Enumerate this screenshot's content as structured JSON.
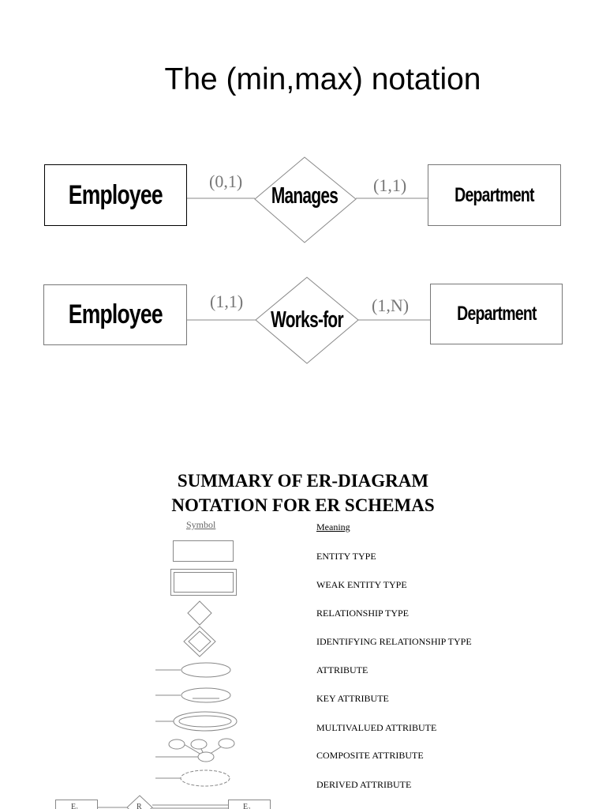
{
  "title": "The (min,max) notation",
  "diagram1": {
    "entity_left": "Employee",
    "relationship": "Manages",
    "entity_right": "Department",
    "card_left": "(0,1)",
    "card_right": "(1,1)"
  },
  "diagram2": {
    "entity_left": "Employee",
    "relationship": "Works-for",
    "entity_right": "Department",
    "card_left": "(1,1)",
    "card_right": "(1,N)"
  },
  "summary": {
    "title_line1": "SUMMARY OF ER-DIAGRAM",
    "title_line2": "NOTATION FOR ER SCHEMAS",
    "symbol_header": "Symbol",
    "meaning_header": "Meaning",
    "rows": [
      {
        "symbol": "rectangle",
        "meaning": "ENTITY TYPE"
      },
      {
        "symbol": "double-rectangle",
        "meaning": "WEAK ENTITY TYPE"
      },
      {
        "symbol": "diamond",
        "meaning": "RELATIONSHIP TYPE"
      },
      {
        "symbol": "double-diamond",
        "meaning": "IDENTIFYING RELATIONSHIP TYPE"
      },
      {
        "symbol": "ellipse",
        "meaning": "ATTRIBUTE"
      },
      {
        "symbol": "underlined-ellipse",
        "meaning": "KEY ATTRIBUTE"
      },
      {
        "symbol": "double-ellipse",
        "meaning": "MULTIVALUED ATTRIBUTE"
      },
      {
        "symbol": "ellipse-tree",
        "meaning": "COMPOSITE ATTRIBUTE"
      },
      {
        "symbol": "dashed-ellipse",
        "meaning": "DERIVED ATTRIBUTE"
      }
    ],
    "bottom_symbol": {
      "left_label": "E₁",
      "middle_label": "R",
      "right_label": "E₂"
    }
  }
}
